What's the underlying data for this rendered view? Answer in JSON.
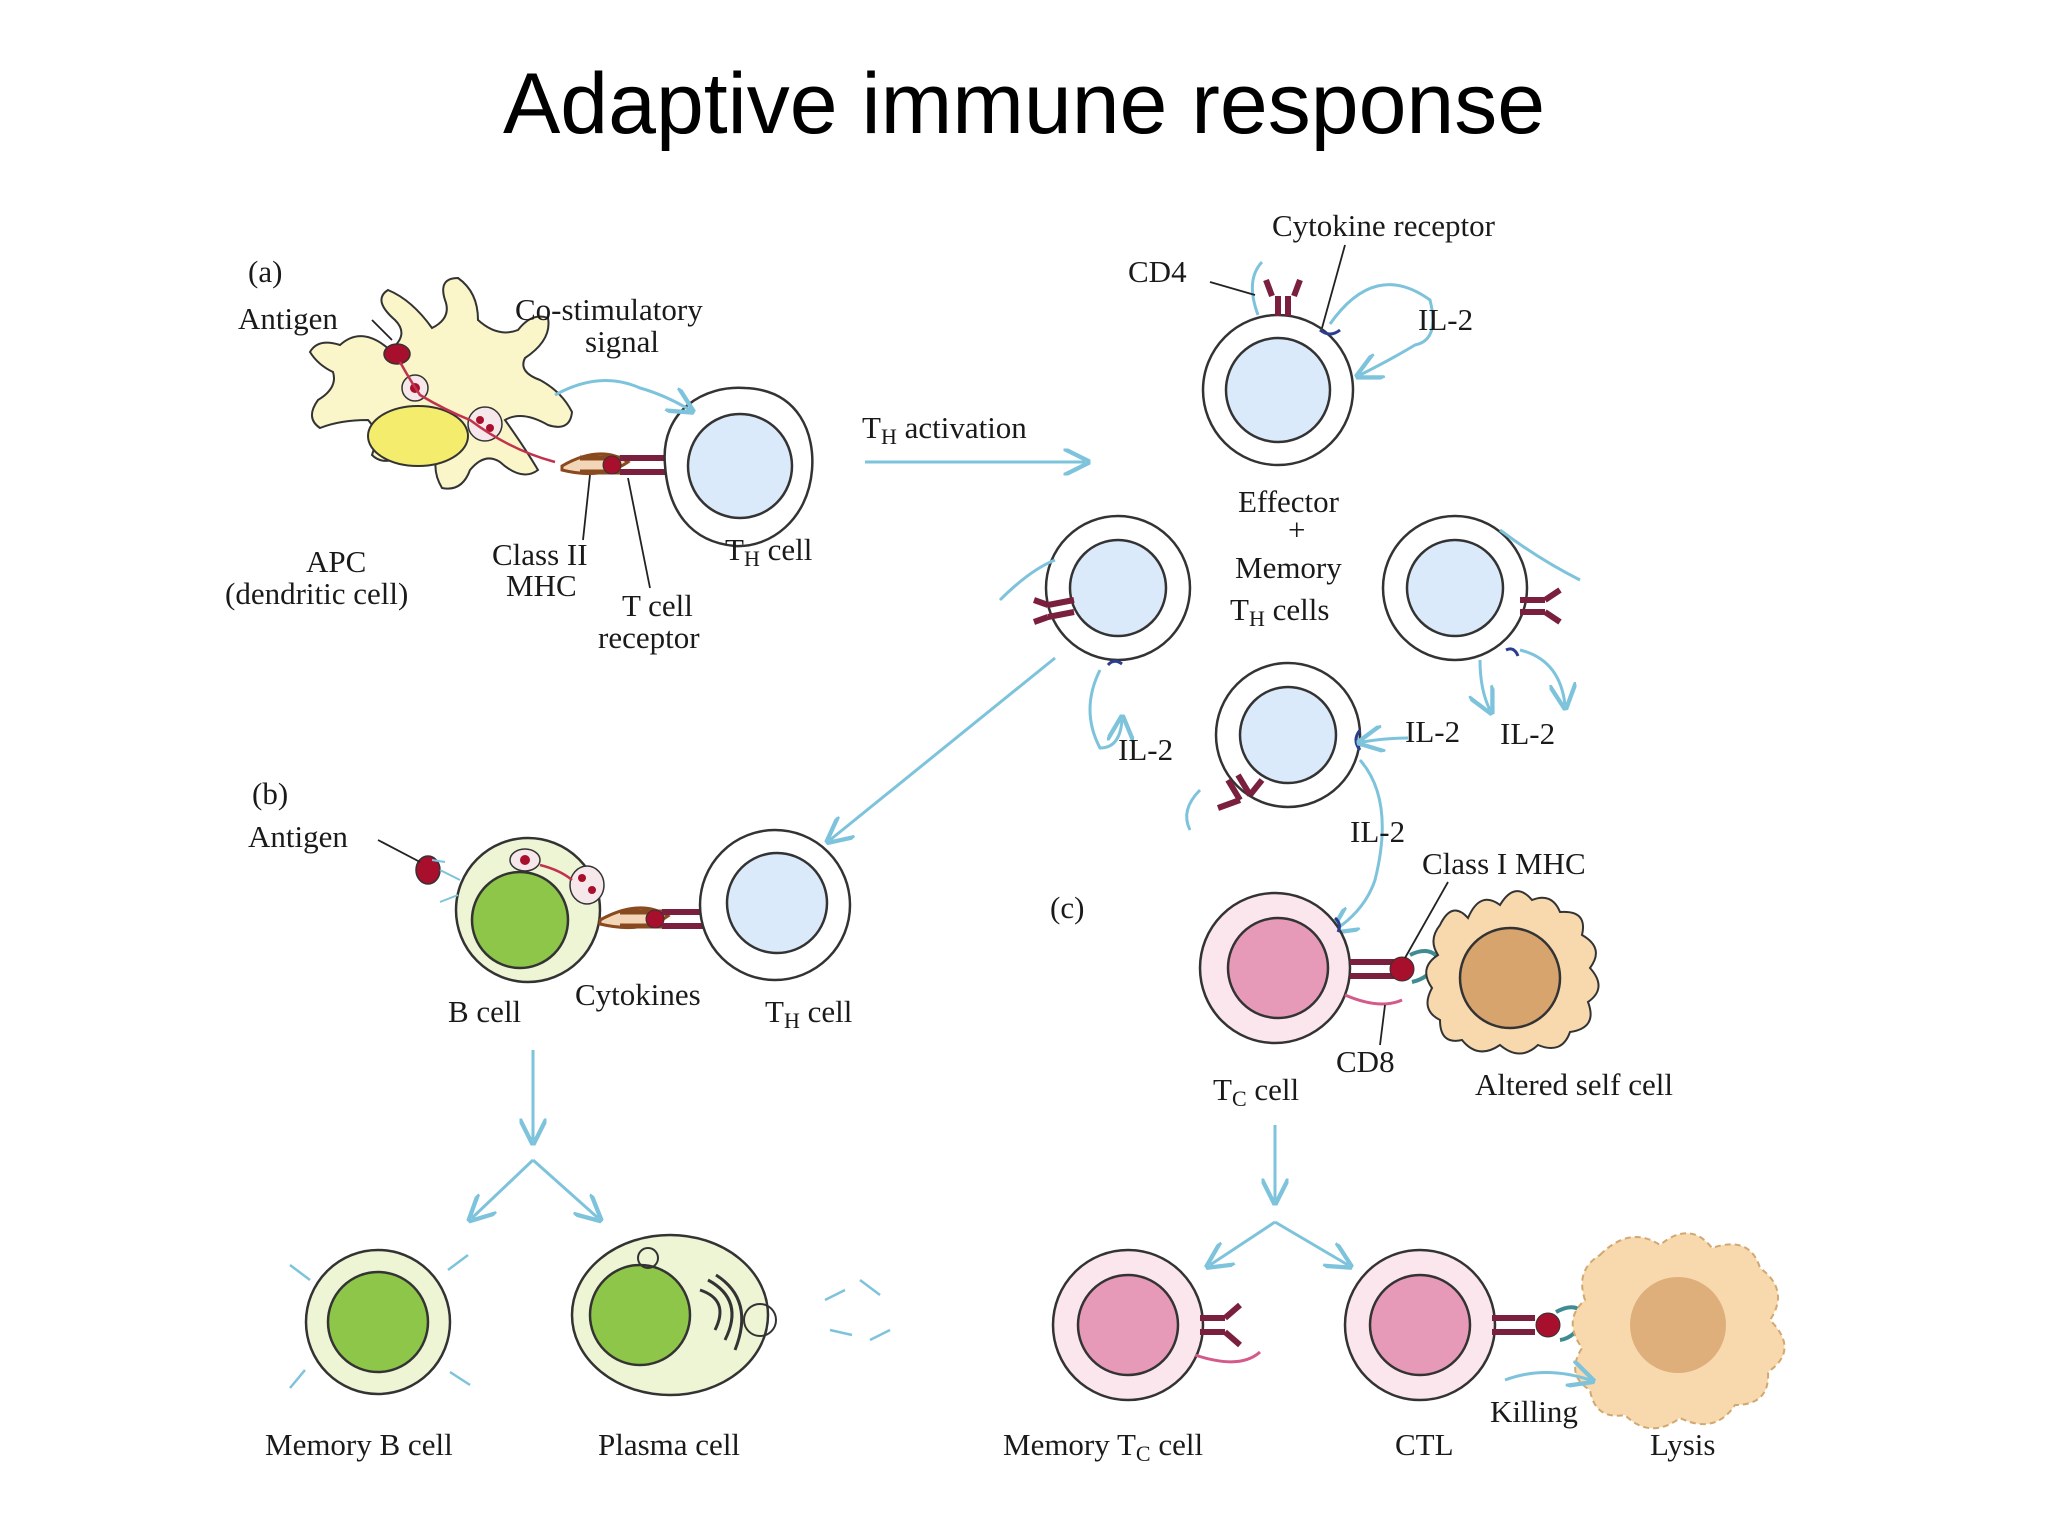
{
  "title": "Adaptive immune response",
  "panels": {
    "a": {
      "tag": "(a)",
      "antigen": "Antigen",
      "costim_1": "Co-stimulatory",
      "costim_2": "signal",
      "th_activation_main": "T",
      "th_activation_sub": "H",
      "th_activation_rest": " activation",
      "apc_1": "APC",
      "apc_2": "(dendritic cell)",
      "class2_1": "Class II",
      "class2_2": "MHC",
      "tcr_1": "T cell",
      "tcr_2": "receptor",
      "th_cell_main": "T",
      "th_cell_sub": "H",
      "th_cell_rest": " cell",
      "cd4": "CD4",
      "cytokine_receptor": "Cytokine receptor",
      "il2_top": "IL-2",
      "effector_1": "Effector",
      "effector_plus": "+",
      "effector_2": "Memory",
      "effector_3_main": "T",
      "effector_3_sub": "H",
      "effector_3_rest": "  cells",
      "il2_left": "IL-2",
      "il2_mid": "IL-2",
      "il2_right": "IL-2",
      "il2_down": "IL-2"
    },
    "b": {
      "tag": "(b)",
      "antigen": "Antigen",
      "b_cell": "B cell",
      "cytokines": "Cytokines",
      "th_cell_main": "T",
      "th_cell_sub": "H",
      "th_cell_rest": " cell",
      "memory_b": "Memory B cell",
      "plasma": "Plasma cell"
    },
    "c": {
      "tag": "(c)",
      "class1": "Class I MHC",
      "cd8": "CD8",
      "tc_cell_main": "T",
      "tc_cell_sub": "C",
      "tc_cell_rest": " cell",
      "altered": "Altered self cell",
      "memory_tc_main": "Memory T",
      "memory_tc_sub": "C",
      "memory_tc_rest": " cell",
      "ctl": "CTL",
      "killing": "Killing",
      "lysis": "Lysis"
    }
  },
  "colors": {
    "apc_body": "#fbf6c9",
    "apc_nucleus": "#f4ec6c",
    "t_nucleus": "#dbeafa",
    "b_nucleus": "#8ec64a",
    "b_cytoplasm": "#eef5d5",
    "tc_nucleus": "#e79ab7",
    "tc_cytoplasm": "#fbe6ee",
    "target_body": "#f8d9ae",
    "target_nucleus": "#d7a46e",
    "arrow": "#7ec3dc",
    "receptor": "#7a1f3d",
    "antigen": "#a80f2d"
  }
}
